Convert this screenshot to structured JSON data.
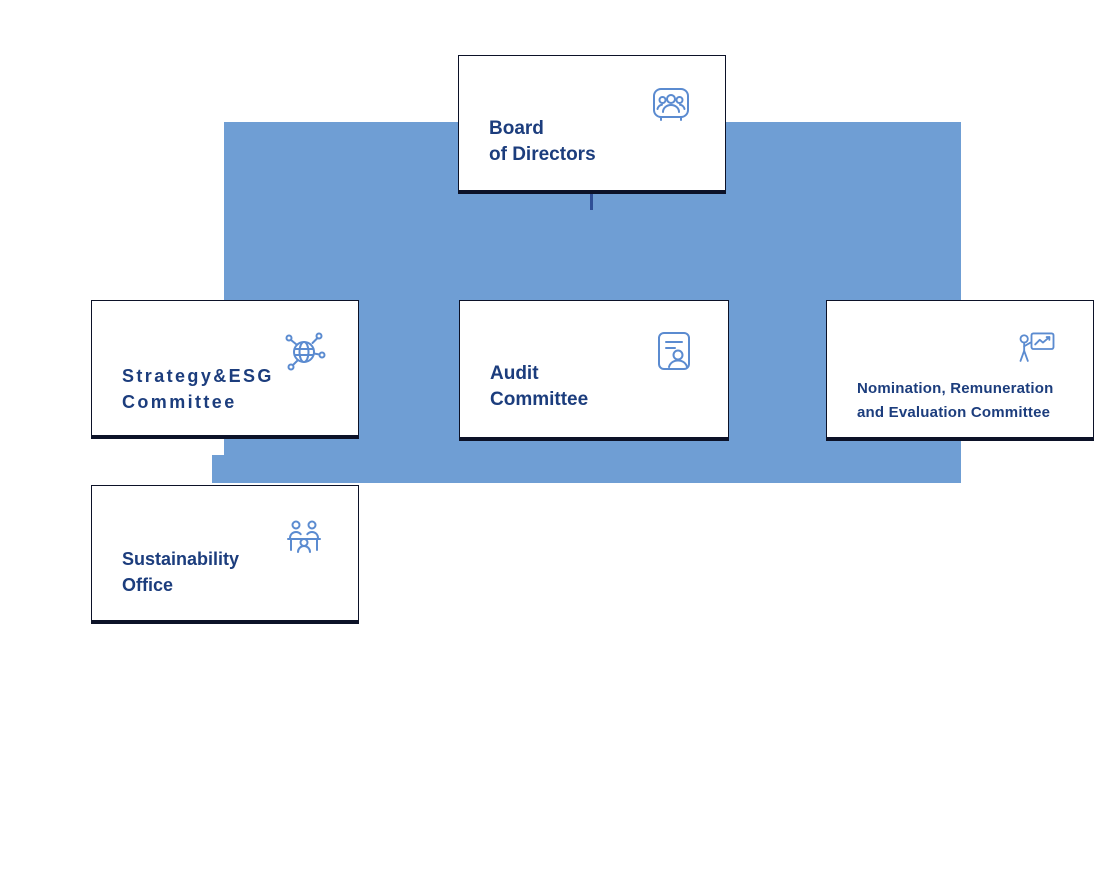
{
  "colors": {
    "band": "#6f9ed4",
    "edge": "#0c1228",
    "text": "#1c3d7d",
    "icon": "#5b8bd0",
    "connector": "#2f4f96",
    "background": "#ffffff"
  },
  "nodes": {
    "board": {
      "line1": "Board",
      "line2": "of Directors",
      "icon": "people-group-icon"
    },
    "strategy": {
      "line1": "Strategy&ESG",
      "line2": "Committee",
      "icon": "globe-network-icon"
    },
    "audit": {
      "line1": "Audit",
      "line2": "Committee",
      "icon": "document-person-icon"
    },
    "nomination": {
      "line1": "Nomination, Remuneration",
      "line2": "and Evaluation Committee",
      "icon": "presenter-chart-icon"
    },
    "sustainability": {
      "line1": "Sustainability",
      "line2": "Office",
      "icon": "meeting-desk-icon"
    }
  }
}
